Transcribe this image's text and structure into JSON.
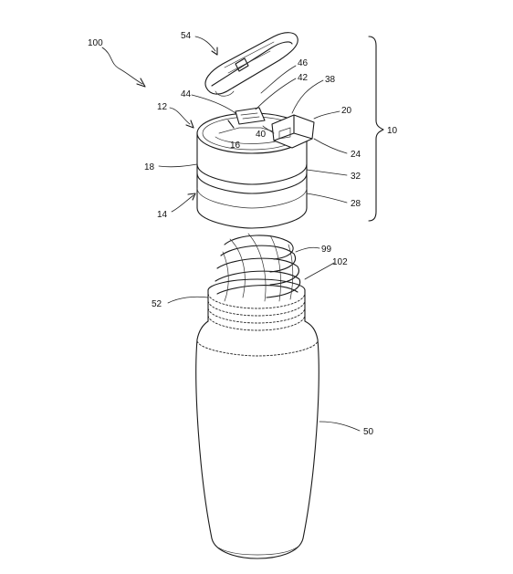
{
  "labels": {
    "l100": "100",
    "l54": "54",
    "l46": "46",
    "l42": "42",
    "l38": "38",
    "l44": "44",
    "l12": "12",
    "l20": "20",
    "l40": "40",
    "l10": "10",
    "l16": "16",
    "l24": "24",
    "l18": "18",
    "l32": "32",
    "l14": "14",
    "l28": "28",
    "l99": "99",
    "l102": "102",
    "l52": "52",
    "l50": "50"
  }
}
